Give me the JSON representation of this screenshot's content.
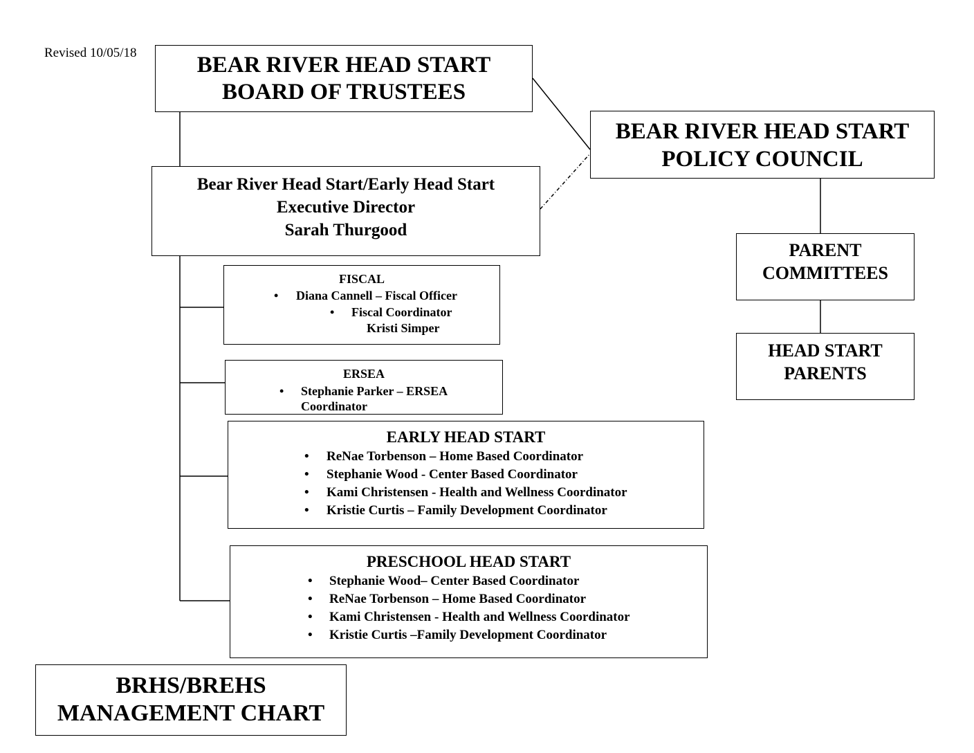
{
  "revised": "Revised 10/05/18",
  "board": {
    "line1": "BEAR RIVER HEAD START",
    "line2": "BOARD OF TRUSTEES"
  },
  "policy": {
    "line1": "BEAR RIVER HEAD START",
    "line2": "POLICY COUNCIL"
  },
  "exec_director": {
    "line1": "Bear River Head Start/Early Head Start",
    "line2": "Executive Director",
    "line3": "Sarah Thurgood"
  },
  "parent_committees": {
    "line1": "PARENT",
    "line2": "COMMITTEES"
  },
  "head_start_parents": {
    "line1": "HEAD START",
    "line2": "PARENTS"
  },
  "chart_title": {
    "line1": "BRHS/BREHS",
    "line2": "MANAGEMENT CHART"
  },
  "bullet": "•",
  "fiscal": {
    "title": "FISCAL",
    "item1": "Diana Cannell – Fiscal Officer",
    "item2_line1": "Fiscal Coordinator",
    "item2_line2": "Kristi Simper"
  },
  "ersea": {
    "title": "ERSEA",
    "item1_line1": "Stephanie Parker – ERSEA",
    "item1_line2": "Coordinator"
  },
  "early_head_start": {
    "title": "EARLY HEAD START",
    "items": [
      "ReNae Torbenson – Home Based Coordinator",
      "Stephanie Wood - Center Based Coordinator",
      "Kami Christensen - Health and Wellness Coordinator",
      "Kristie Curtis – Family Development Coordinator"
    ]
  },
  "preschool_head_start": {
    "title": "PRESCHOOL HEAD START",
    "items": [
      "Stephanie Wood– Center Based Coordinator",
      "ReNae Torbenson – Home Based Coordinator",
      "Kami Christensen - Health and Wellness Coordinator",
      "Kristie Curtis –Family Development Coordinator"
    ]
  }
}
